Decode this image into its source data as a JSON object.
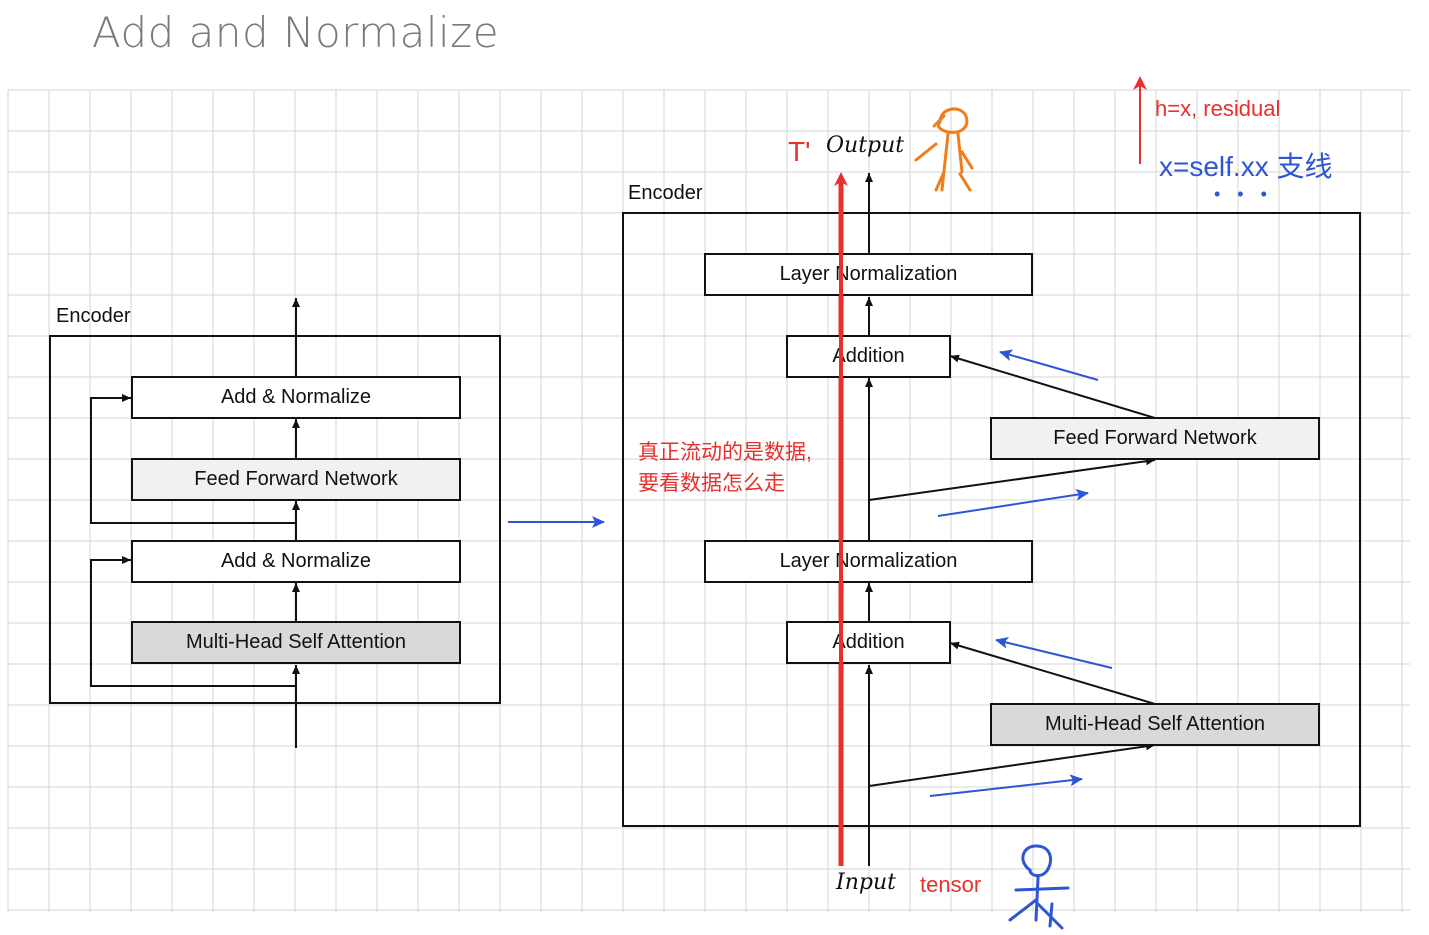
{
  "title": "Add and Normalize",
  "left_diagram": {
    "encoder_label": "Encoder",
    "blocks": [
      "Add & Normalize",
      "Feed Forward Network",
      "Add & Normalize",
      "Multi-Head Self Attention"
    ]
  },
  "right_diagram": {
    "encoder_label": "Encoder",
    "blocks": {
      "layer_norm_top": "Layer Normalization",
      "addition_top": "Addition",
      "ffn": "Feed Forward Network",
      "layer_norm_bottom": "Layer Normalization",
      "addition_bottom": "Addition",
      "mhsa": "Multi-Head Self Attention"
    },
    "output_label": "Output",
    "input_label": "Input"
  },
  "annotations": {
    "t_prime": "T'",
    "tensor": "tensor",
    "residual_note": "h=x, residual",
    "branch_note": "x=self.xx 支线",
    "ellipsis": "• • •",
    "data_flow_line1": "真正流动的是数据,",
    "data_flow_line2": "要看数据怎么走"
  },
  "colors": {
    "red": "#e8302c",
    "blue": "#2f55d4",
    "orange": "#f07d1a",
    "grid": "#d6d6d6"
  }
}
